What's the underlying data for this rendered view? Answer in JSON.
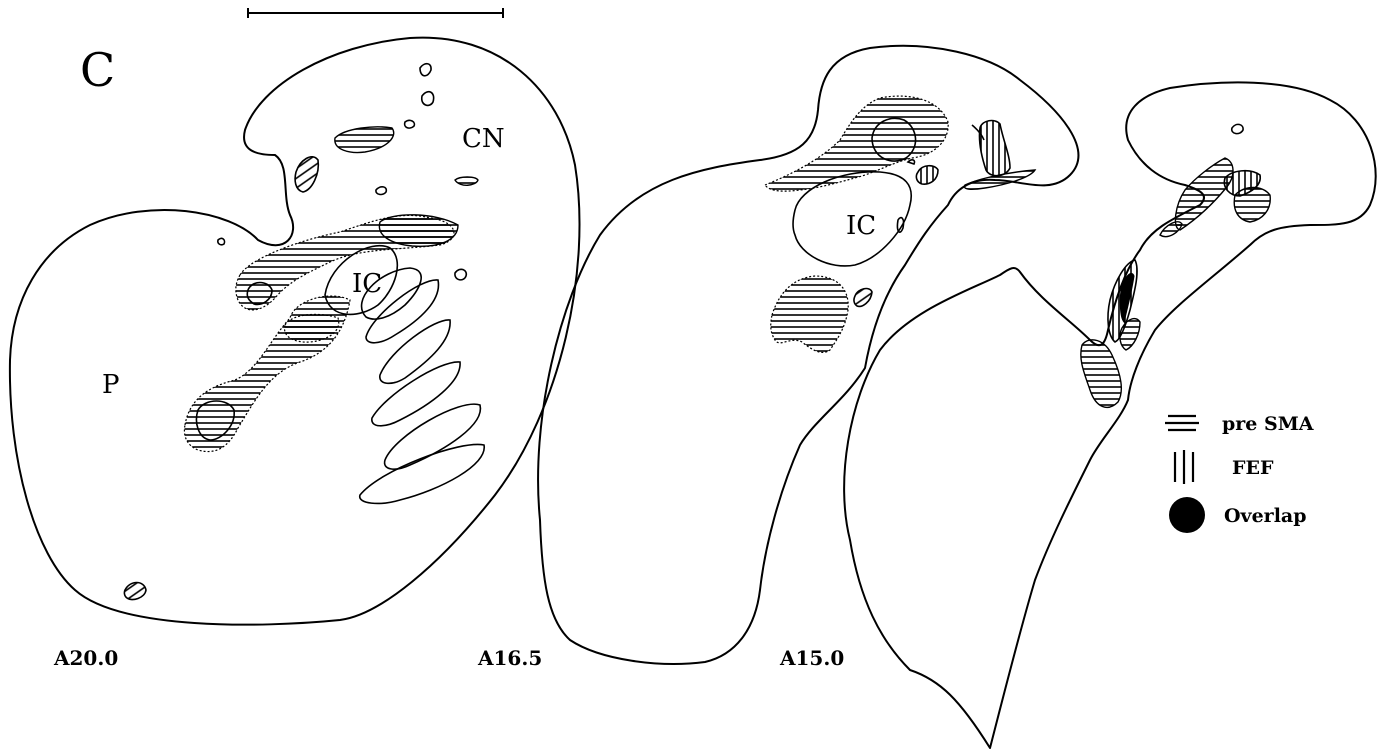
{
  "figure": {
    "panel_letter": "C",
    "region_labels": {
      "cn": "CN",
      "ic_left": "IC",
      "p": "P",
      "ic_middle": "IC"
    },
    "section_levels": [
      "A20.0",
      "A16.5",
      "A15.0"
    ],
    "legend": {
      "items": [
        {
          "label": "pre SMA",
          "pattern": "horizontal-lines"
        },
        {
          "label": "FEF",
          "pattern": "vertical-lines"
        },
        {
          "label": "Overlap",
          "pattern": "solid-fill"
        }
      ]
    },
    "colors": {
      "ink": "#000000",
      "paper": "#ffffff"
    }
  }
}
